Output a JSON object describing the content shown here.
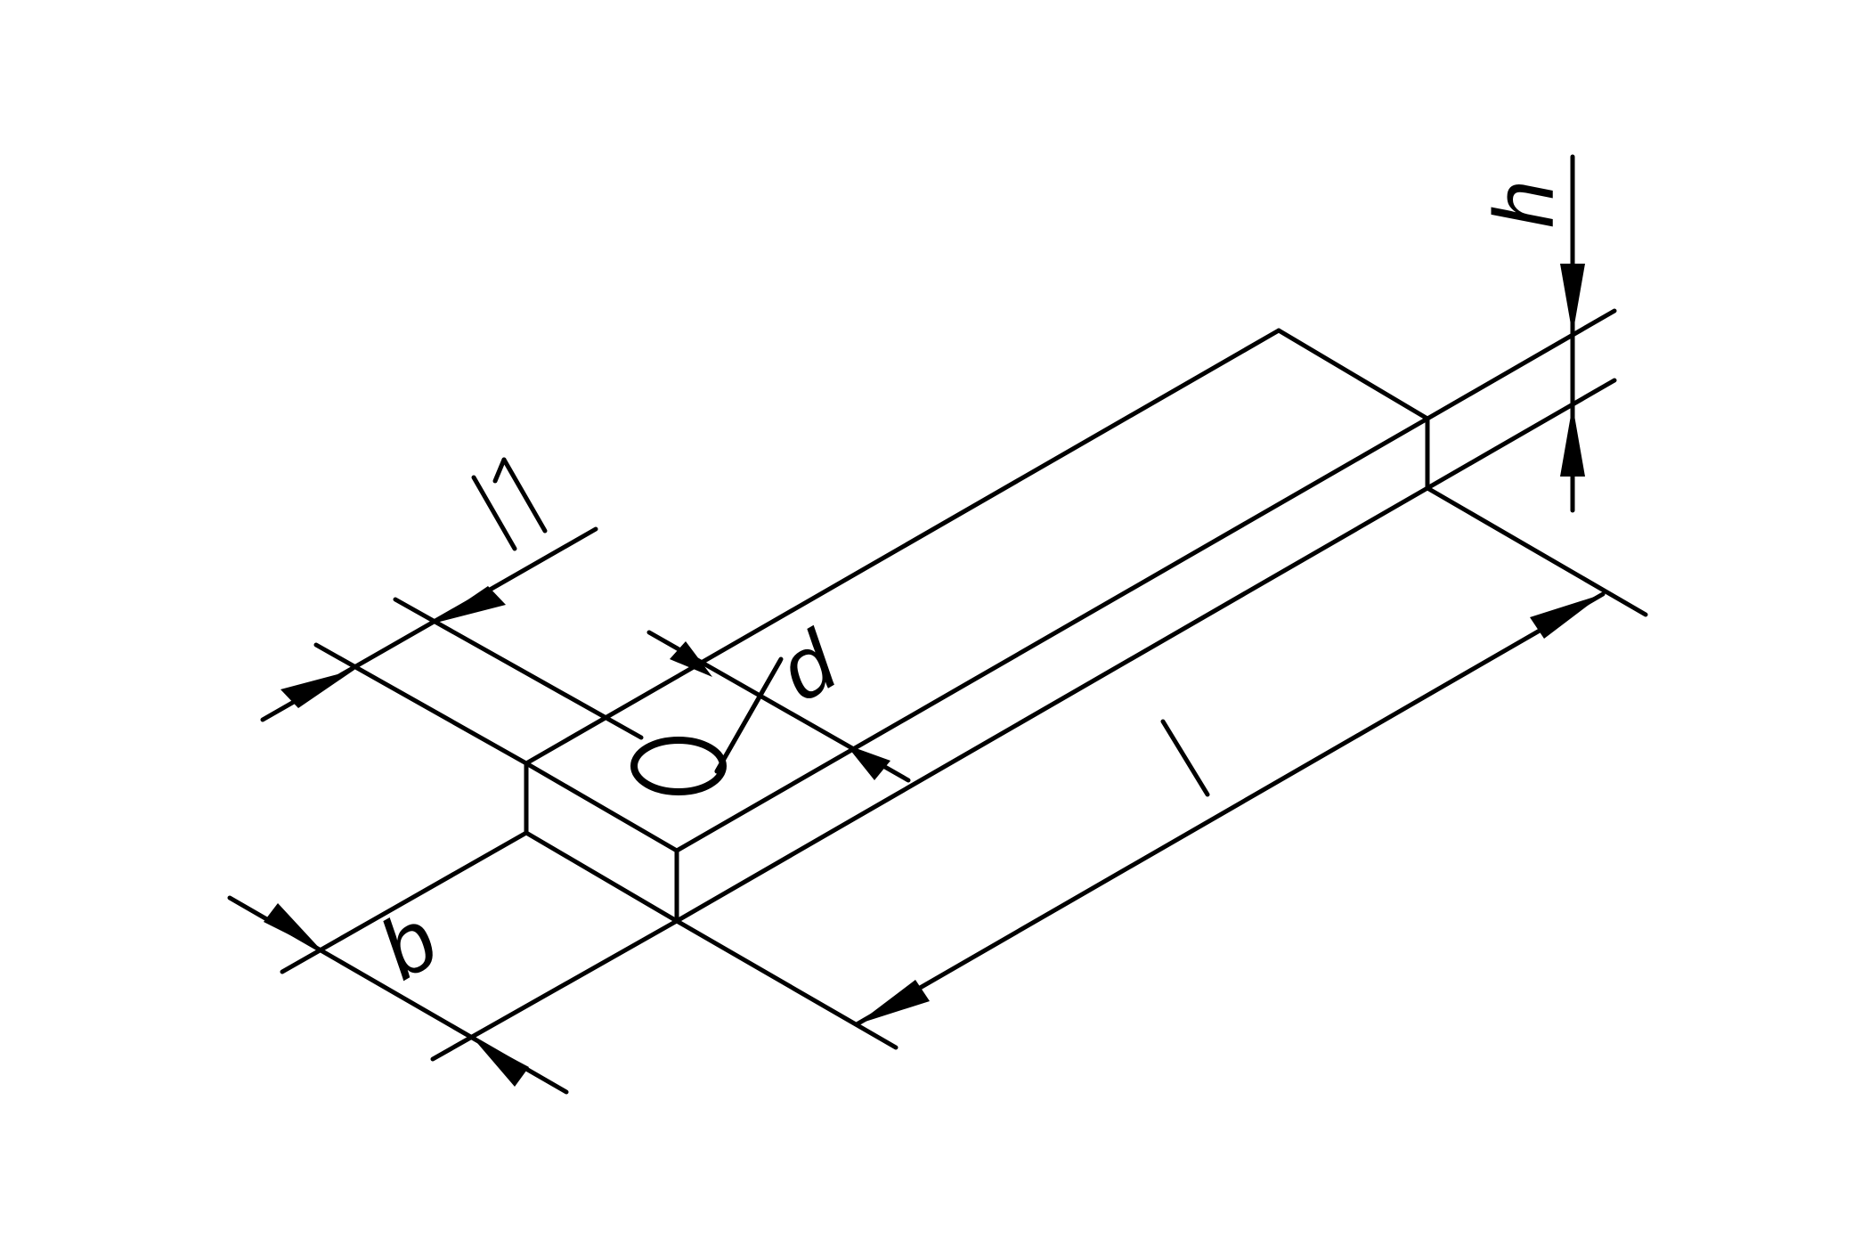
{
  "drawing": {
    "line_color": "#000000",
    "background": "#ffffff",
    "labels": {
      "l1": "l1",
      "d": "d",
      "b": "b",
      "l": "l",
      "h": "h"
    }
  }
}
